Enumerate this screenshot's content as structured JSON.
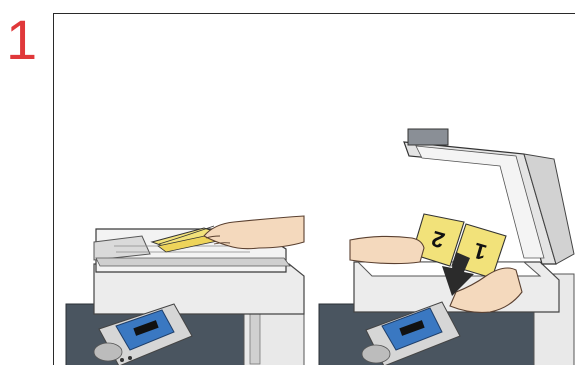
{
  "step": {
    "number": "1"
  },
  "colors": {
    "step_accent": "#e0383a",
    "original_paper": "#f2e27a",
    "machine_dark": "#4a5560",
    "machine_light": "#eaeaea",
    "skin": "#f4d9bd",
    "screen": "#3a78c2",
    "arrow": "#2b2b2b"
  },
  "left_scene": {
    "control_panel_screen": {
      "text": "",
      "icon": "touch-screen"
    }
  },
  "right_scene": {
    "original_pages": [
      {
        "label": "2"
      },
      {
        "label": "1"
      }
    ],
    "control_panel_screen": {
      "text": "",
      "icon": "touch-screen"
    }
  },
  "icons": [
    "copier-adf-icon",
    "copier-platen-icon",
    "down-arrow-icon",
    "hand-icon"
  ]
}
